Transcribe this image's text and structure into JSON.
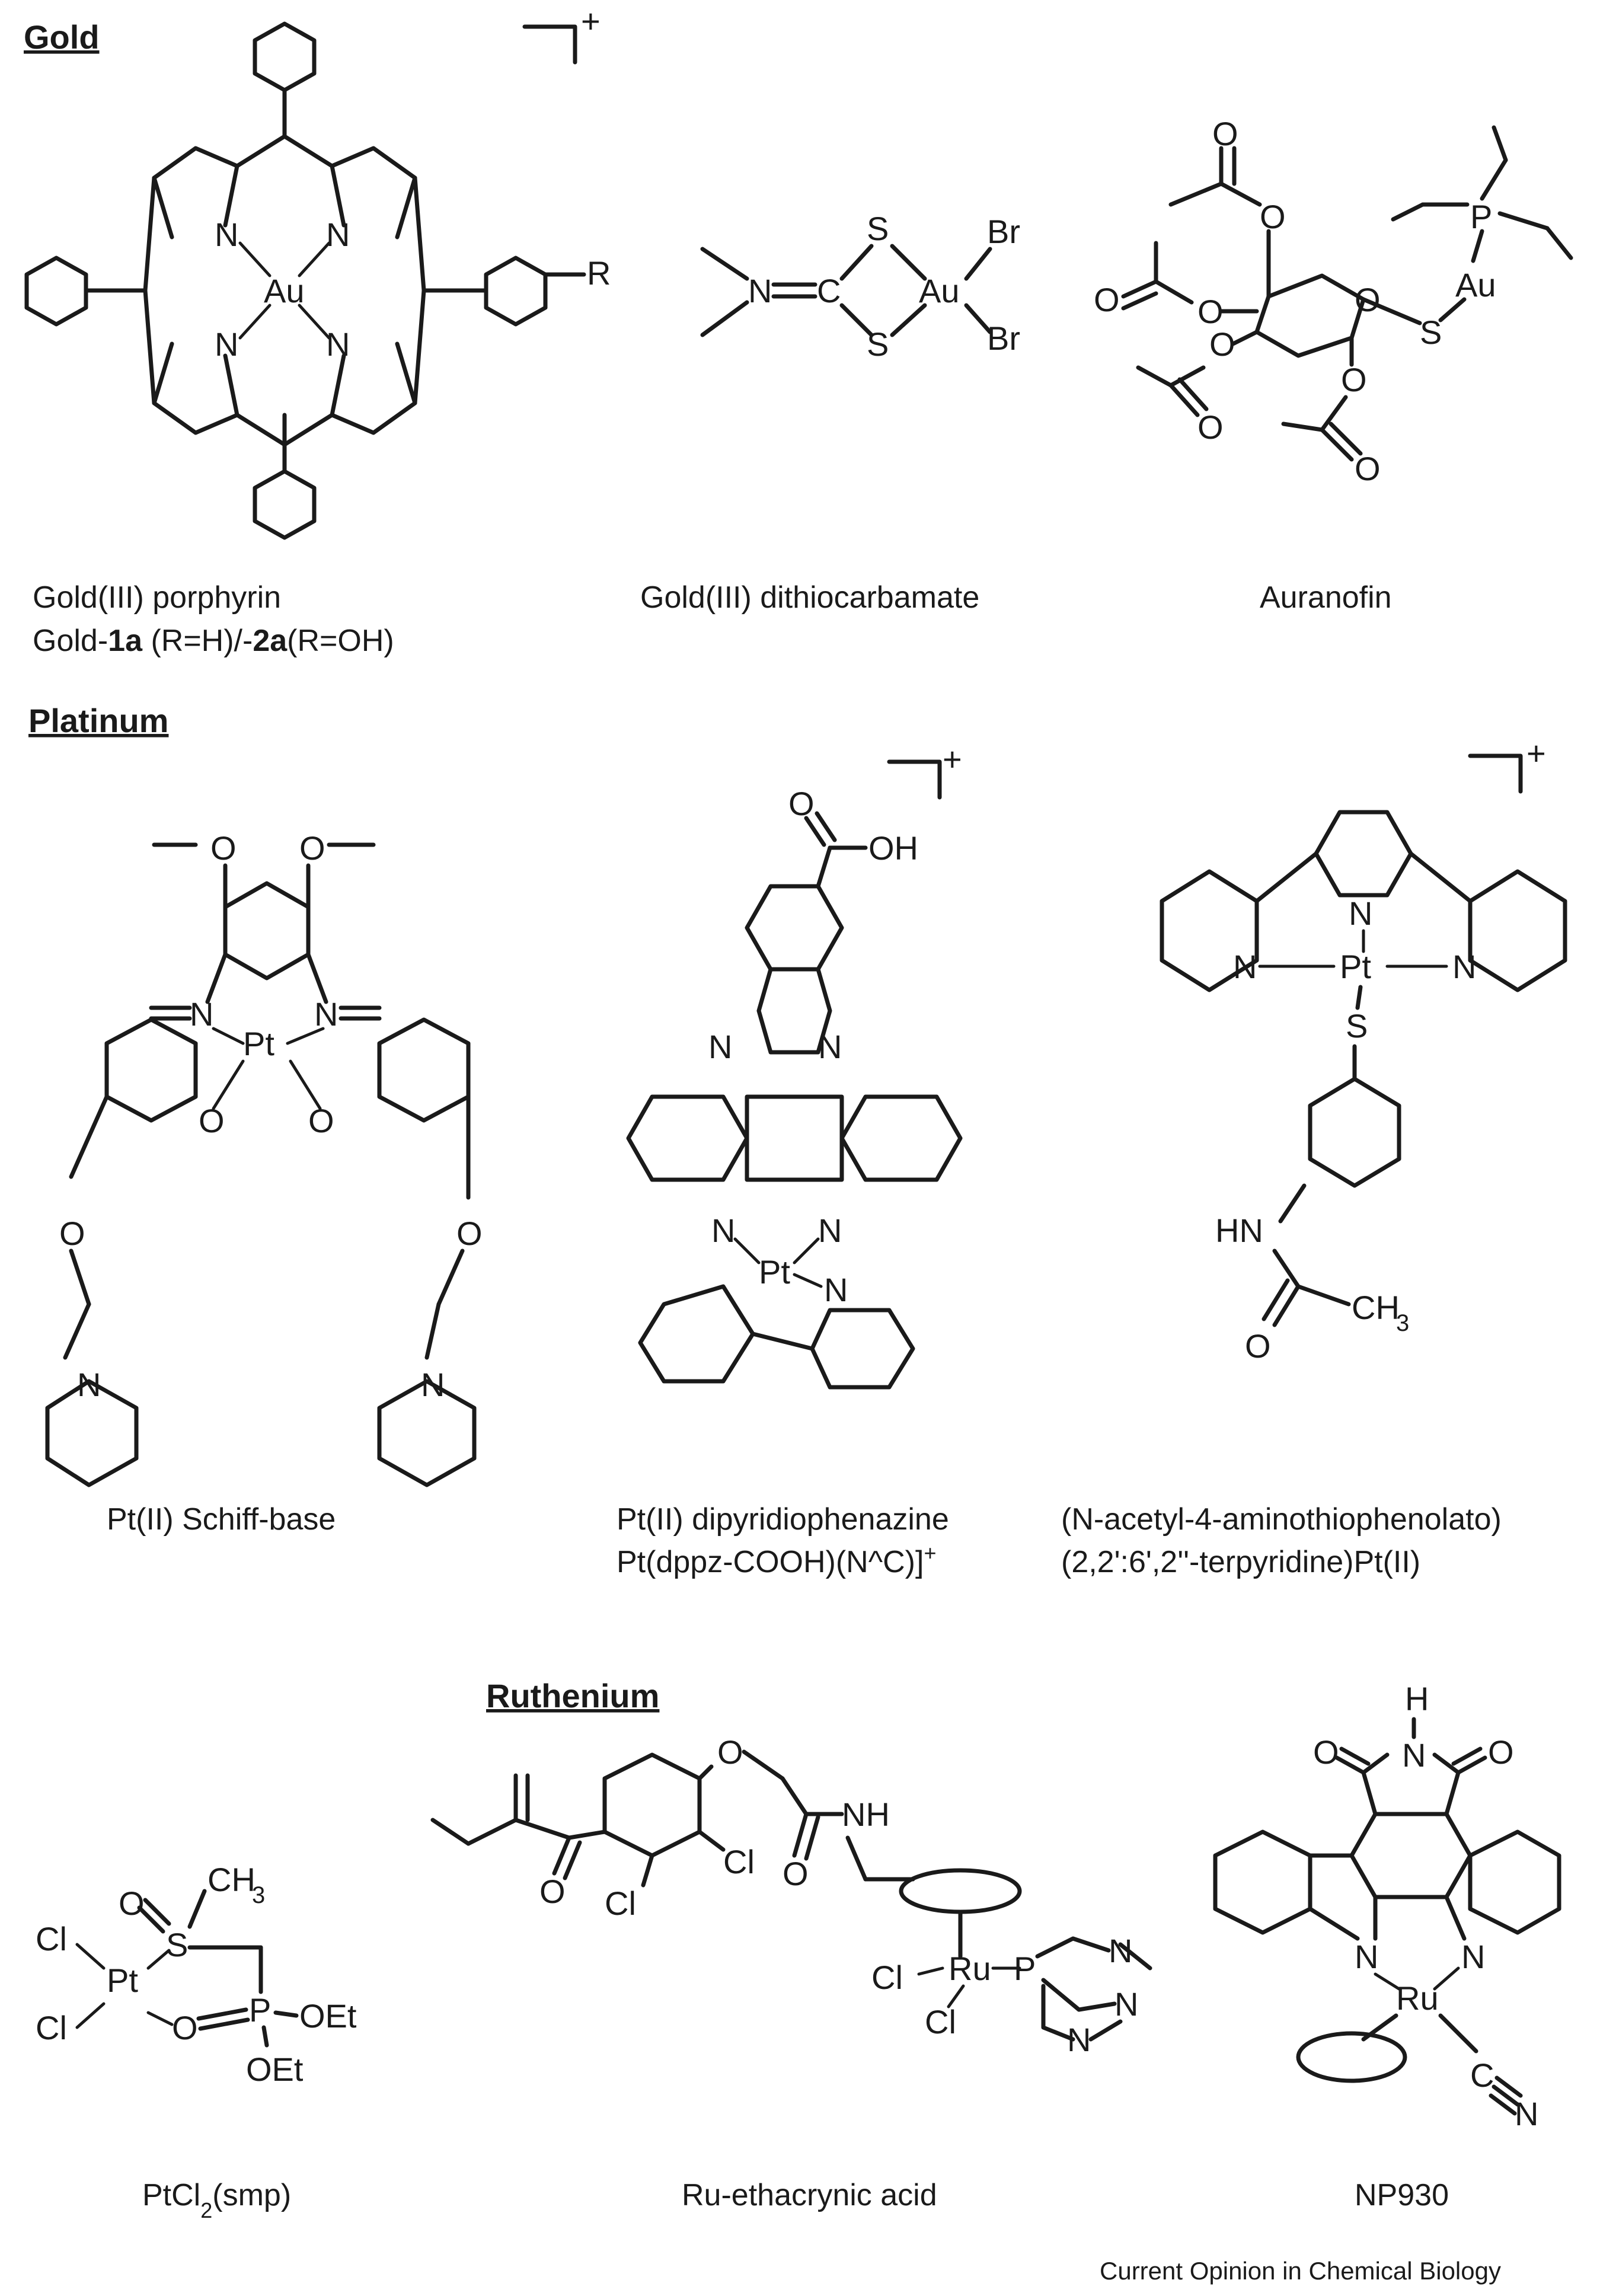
{
  "sections": {
    "gold": "Gold",
    "platinum": "Platinum",
    "ruthenium": "Ruthenium"
  },
  "charge": "+",
  "atoms": {
    "N": "N",
    "Au": "Au",
    "Pt": "Pt",
    "Ru": "Ru",
    "S": "S",
    "Br": "Br",
    "O": "O",
    "P": "P",
    "C": "C",
    "R": "R",
    "OH": "OH",
    "HN": "HN",
    "H": "H",
    "NH": "NH",
    "CH": "CH",
    "Cl": "Cl",
    "OEt": "OEt",
    "three": "3"
  },
  "compounds": {
    "gold_porphyrin": {
      "line1": "Gold(III) porphyrin",
      "line2_a": "Gold-",
      "line2_b": "1a",
      "line2_c": " (R=H)/-",
      "line2_d": "2a",
      "line2_e": "(R=OH)"
    },
    "gold_dtc": "Gold(III) dithiocarbamate",
    "auranofin": "Auranofin",
    "pt_schiff": "Pt(II) Schiff-base",
    "pt_dppz": {
      "line1": "Pt(II) dipyridiophenazine",
      "line2": "Pt(dppz-COOH)(N^C)]",
      "line2_sup": "+"
    },
    "pt_terpy": {
      "line1": "(N-acetyl-4-aminothiophenolato)",
      "line2": "(2,2':6',2''-terpyridine)Pt(II)"
    },
    "ptcl2_smp": {
      "a": "PtCl",
      "sub": "2",
      "b": "(smp)"
    },
    "ru_ethacrynic": "Ru-ethacrynic acid",
    "np930": "NP930"
  },
  "credit": "Current Opinion in Chemical Biology"
}
